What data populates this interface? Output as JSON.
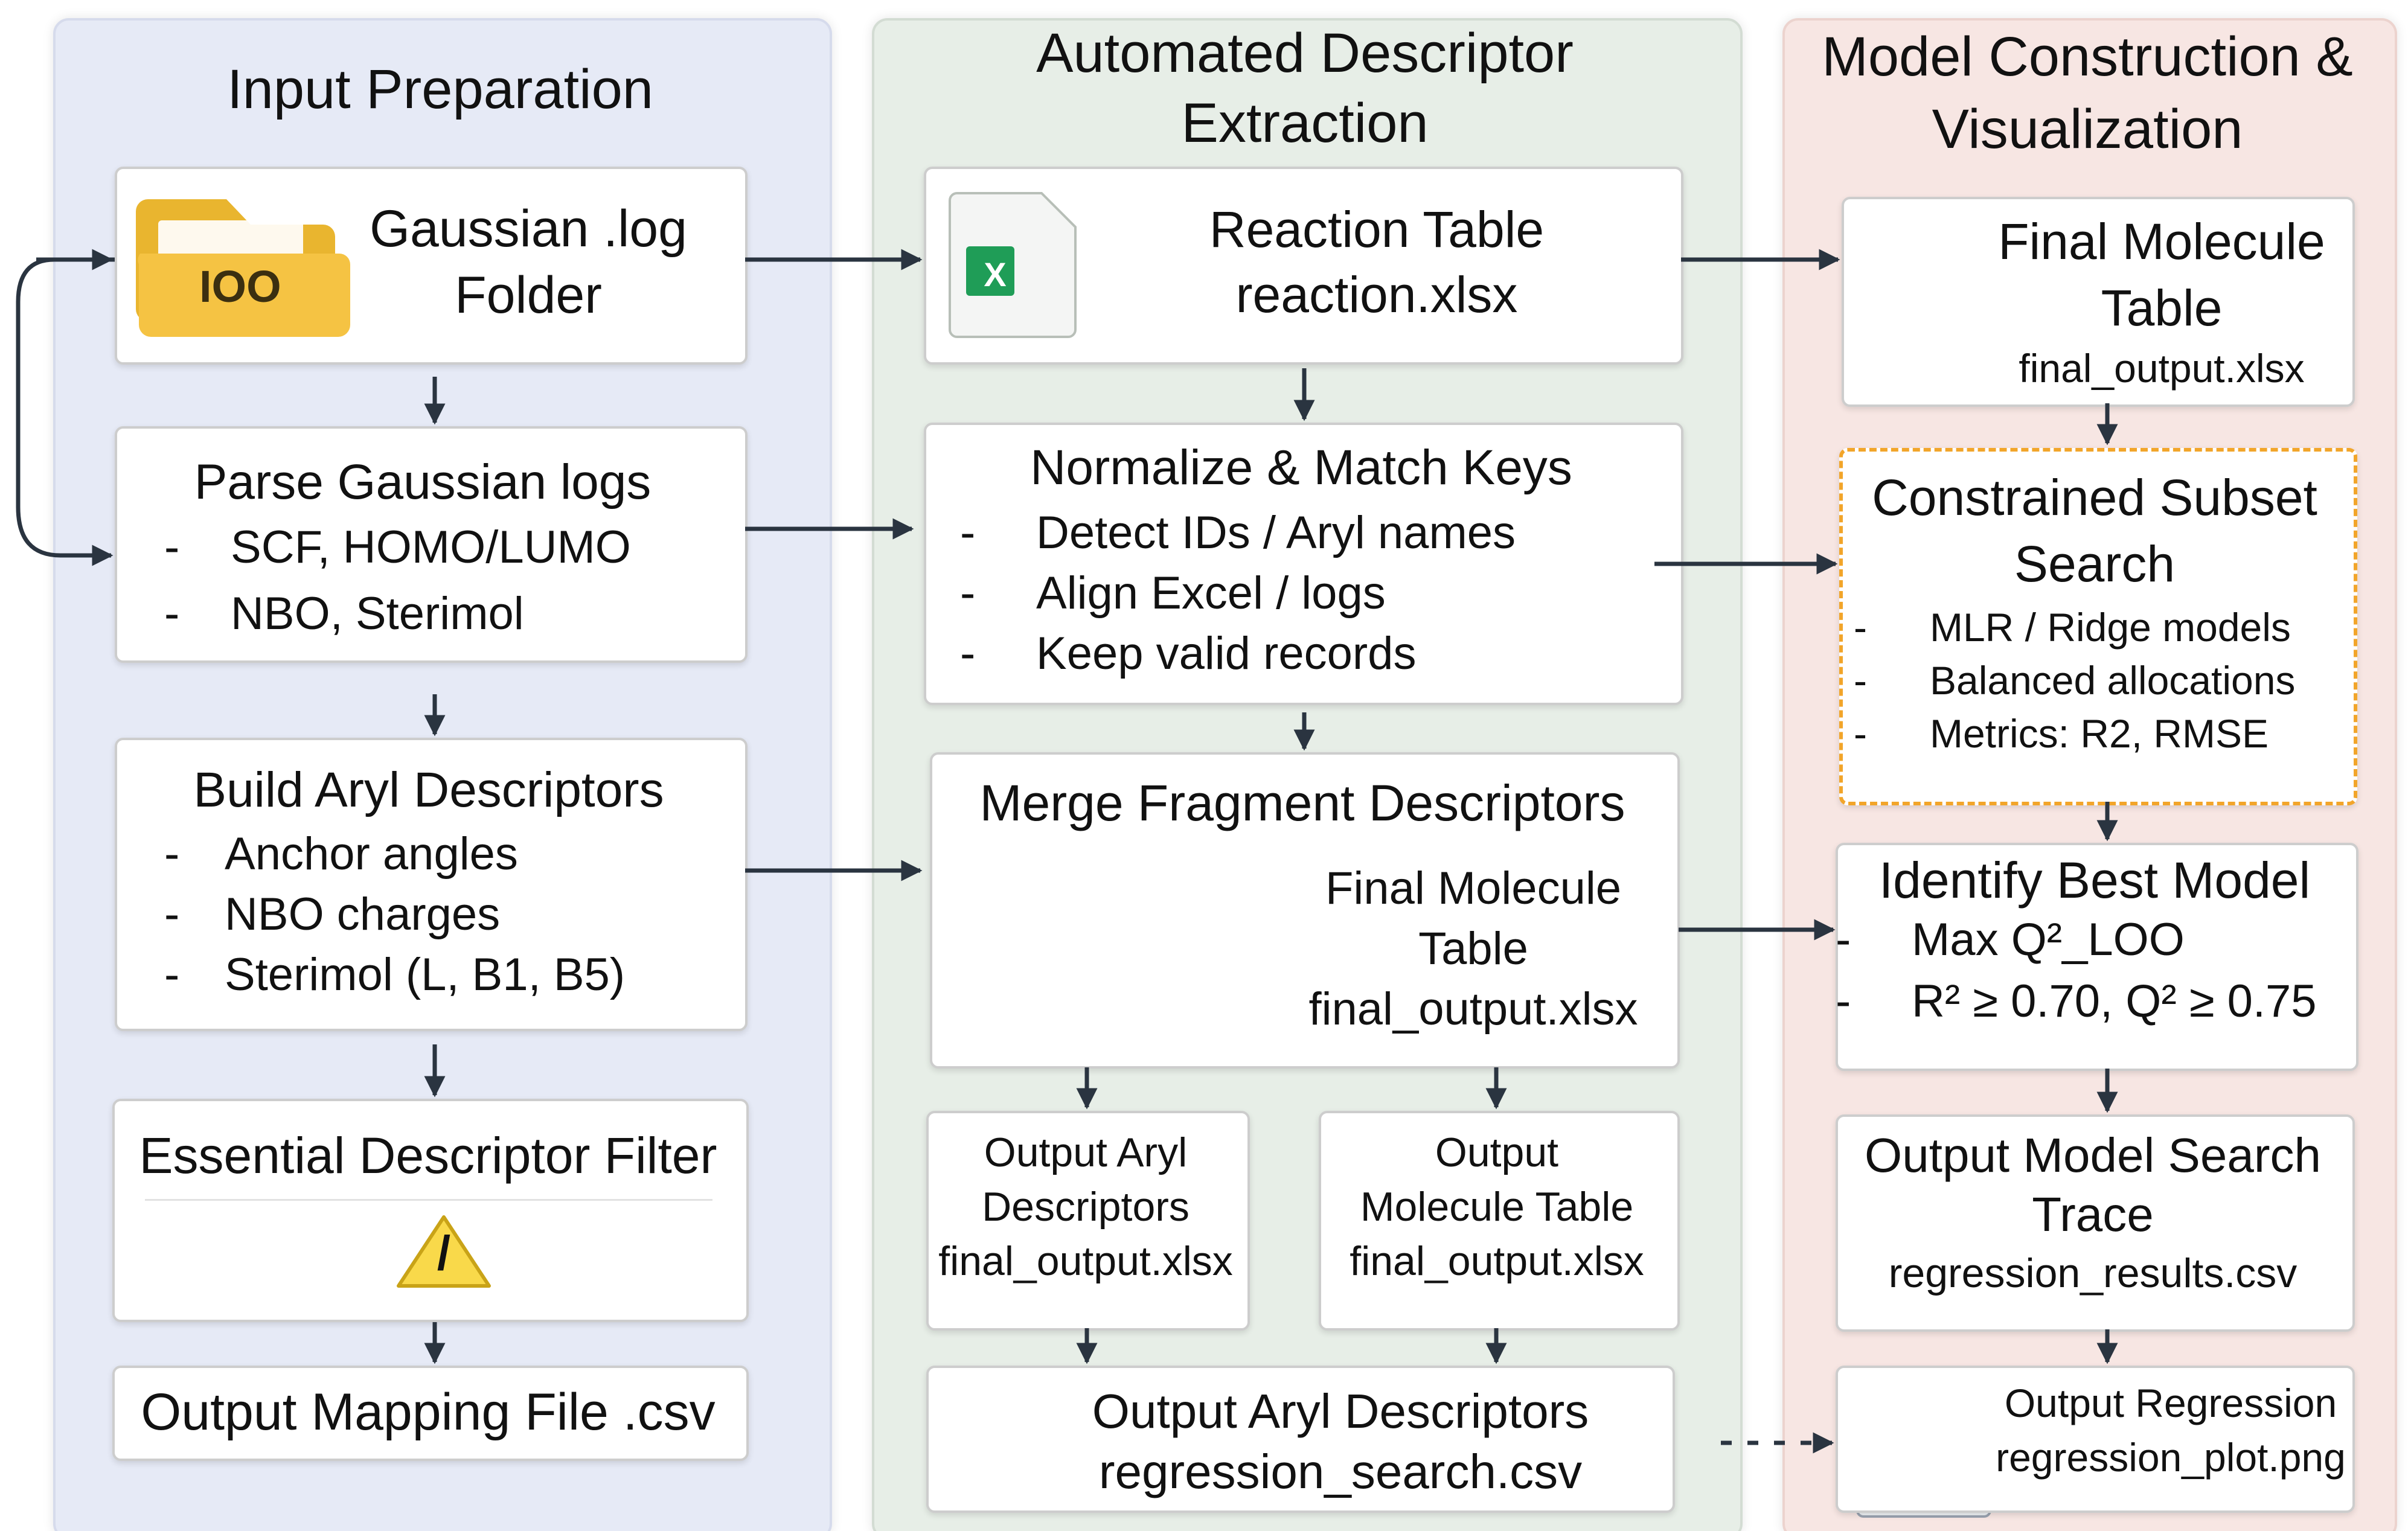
{
  "columns": {
    "input": {
      "title": "Input Preparation"
    },
    "extraction": {
      "title_line1": "Automated Descriptor",
      "title_line2": "Extraction"
    },
    "model": {
      "title_line1": "Model Construction &",
      "title_line2": "Visualization"
    }
  },
  "input": {
    "gaussian_folder": {
      "line1": "Gaussian .log",
      "line2": "Folder",
      "folder_label": "IOO"
    },
    "parse_logs": {
      "title": "Parse Gaussian logs",
      "items": [
        "SCF, HOMO/LUMO",
        "NBO, Sterimol"
      ]
    },
    "build_aryl": {
      "title": "Build Aryl Descriptors",
      "items": [
        "Anchor angles",
        "NBO charges",
        "Sterimol (L, B1, B5)"
      ]
    },
    "essential_filter": {
      "title": "Essential Descriptor Filter",
      "warning_glyph": "/"
    },
    "mapping_file": {
      "title": "Output Mapping File .csv"
    }
  },
  "extraction": {
    "reaction_table": {
      "line1": "Reaction Table",
      "line2": "reaction.xlsx"
    },
    "normalize": {
      "title": "Normalize & Match Keys",
      "items": [
        "Detect IDs / Aryl names",
        "Align Excel / logs",
        "Keep valid records"
      ]
    },
    "merge": {
      "title": "Merge Fragment Descriptors",
      "line1": "Final Molecule",
      "line2": "Table",
      "line3": "final_output.xlsx"
    },
    "out_aryl": {
      "line1": "Output Aryl",
      "line2": "Descriptors",
      "line3": "final_output.xlsx"
    },
    "out_molecule": {
      "line1": "Output",
      "line2": "Molecule Table",
      "line3": "final_output.xlsx"
    },
    "out_regression_search": {
      "line1": "Output Aryl Descriptors",
      "line2": "regression_search.csv"
    }
  },
  "model": {
    "final_table": {
      "line1": "Final Molecule",
      "line2": "Table",
      "line3": "final_output.xlsx"
    },
    "subset_search": {
      "line1": "Constrained Subset",
      "line2": "Search",
      "items": [
        "MLR / Ridge models",
        "Balanced allocations",
        "Metrics: R2, RMSE"
      ]
    },
    "best_model": {
      "title": "Identify Best Model",
      "items": [
        "Max Q²_LOO",
        "R² ≥ 0.70, Q² ≥ 0.75"
      ]
    },
    "search_trace": {
      "line1": "Output Model Search",
      "line2": "Trace",
      "line3": "regression_results.csv"
    },
    "regression_plot": {
      "line1": "Output Regression",
      "line2": "regression_plot.png"
    }
  },
  "bullet_marker": "-",
  "excel_glyph": "X",
  "colors": {
    "input_bg": "#e6eaf6",
    "extraction_bg": "#e7eee7",
    "model_bg": "#f7e6e3",
    "dashed_border": "#f2a52a",
    "excel_green": "#1f9d57",
    "folder_yellow": "#f5c343",
    "arrow": "#2a3440"
  }
}
